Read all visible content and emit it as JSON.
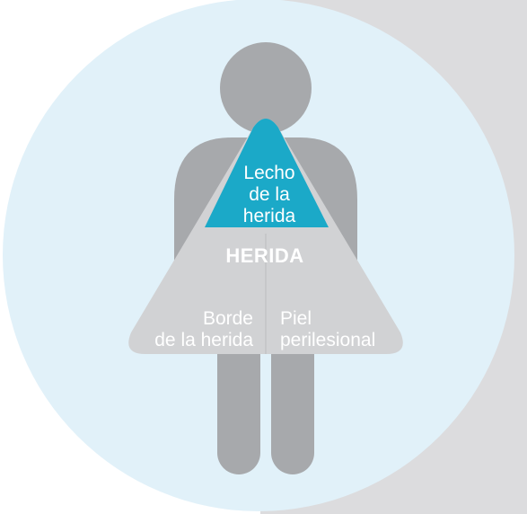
{
  "diagram": {
    "center_label": "HERIDA",
    "wound_bed": {
      "line1": "Lecho",
      "line2": "de la",
      "line3": "herida"
    },
    "wound_edge": {
      "line1": "Borde",
      "line2": "de la herida"
    },
    "periwound_skin": {
      "line1": "Piel",
      "line2": "perilesional"
    }
  },
  "colors": {
    "background_panel": "#dcdcde",
    "circle": "#e1f1f9",
    "figure": "#a7a9ac",
    "wound_bed": "#1ba9c8",
    "outer_triangle": "#d1d2d4",
    "label_text": "#ffffff"
  }
}
